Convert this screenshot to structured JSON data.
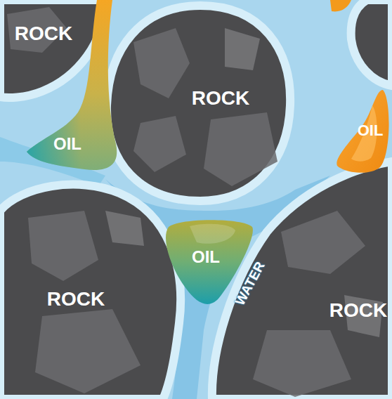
{
  "diagram": {
    "labels": [
      "ROCK",
      "ROCK",
      "OIL",
      "OIL",
      "OIL",
      "ROCK",
      "WATER",
      "ROCK"
    ]
  }
}
